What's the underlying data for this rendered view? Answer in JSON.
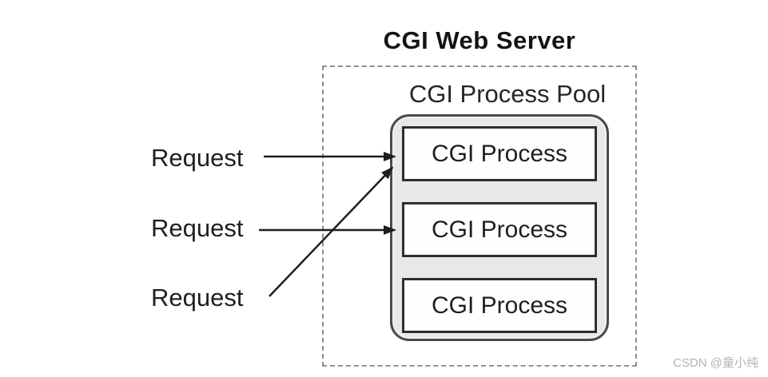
{
  "title": "CGI Web Server",
  "pool": {
    "label": "CGI Process Pool",
    "processes": [
      "CGI Process",
      "CGI Process",
      "CGI Process"
    ]
  },
  "requests": [
    "Request",
    "Request",
    "Request"
  ],
  "arrows": [
    {
      "from": "request-1",
      "to": "cgi-process-1",
      "style": "horizontal"
    },
    {
      "from": "request-2",
      "to": "cgi-process-2",
      "style": "horizontal"
    },
    {
      "from": "request-3",
      "to": "cgi-process-1",
      "style": "diagonal"
    }
  ],
  "watermark": "CSDN @童小纯",
  "colors": {
    "background": "#ffffff",
    "text": "#1c1c1c",
    "pool_fill": "#e8e8e8",
    "pool_border": "#4a4a4a",
    "process_box_fill": "#fefefe",
    "process_box_border": "#2e2e2e",
    "dashed_border": "#8f8f8f",
    "arrow": "#1e1e1e",
    "watermark": "#b3b3b3"
  }
}
